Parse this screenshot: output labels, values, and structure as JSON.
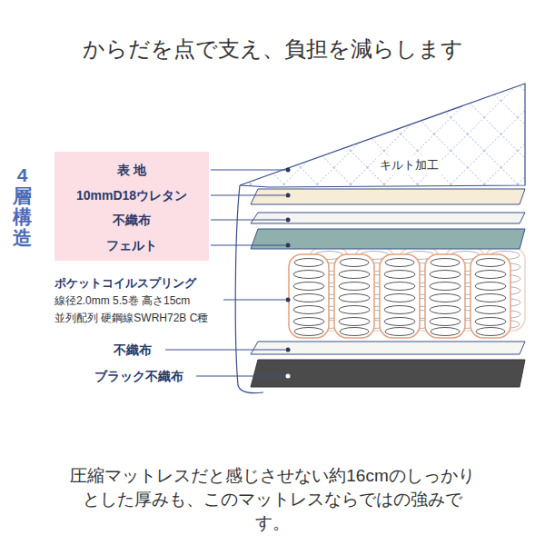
{
  "diagram": {
    "title": "からだを点で支え、負担を減らします",
    "caption": "圧縮マットレスだと感じさせない約16cmのしっかりとした厚みも、このマットレスならではの強みです。",
    "nodes": [
      {
        "text": [
          "4層構造",
          "表 地",
          "10mmD18ウレタン",
          "不織布",
          "フェルト"
        ]
      }
    ],
    "labels": [
      "キルト加工",
      "ポケットコイルスプリング",
      "線径2.0mm 5.5巻 高さ15cm",
      "並列配列 硬鋼線SWRH72B C種",
      "不織布",
      "ブラック不織布"
    ]
  }
}
